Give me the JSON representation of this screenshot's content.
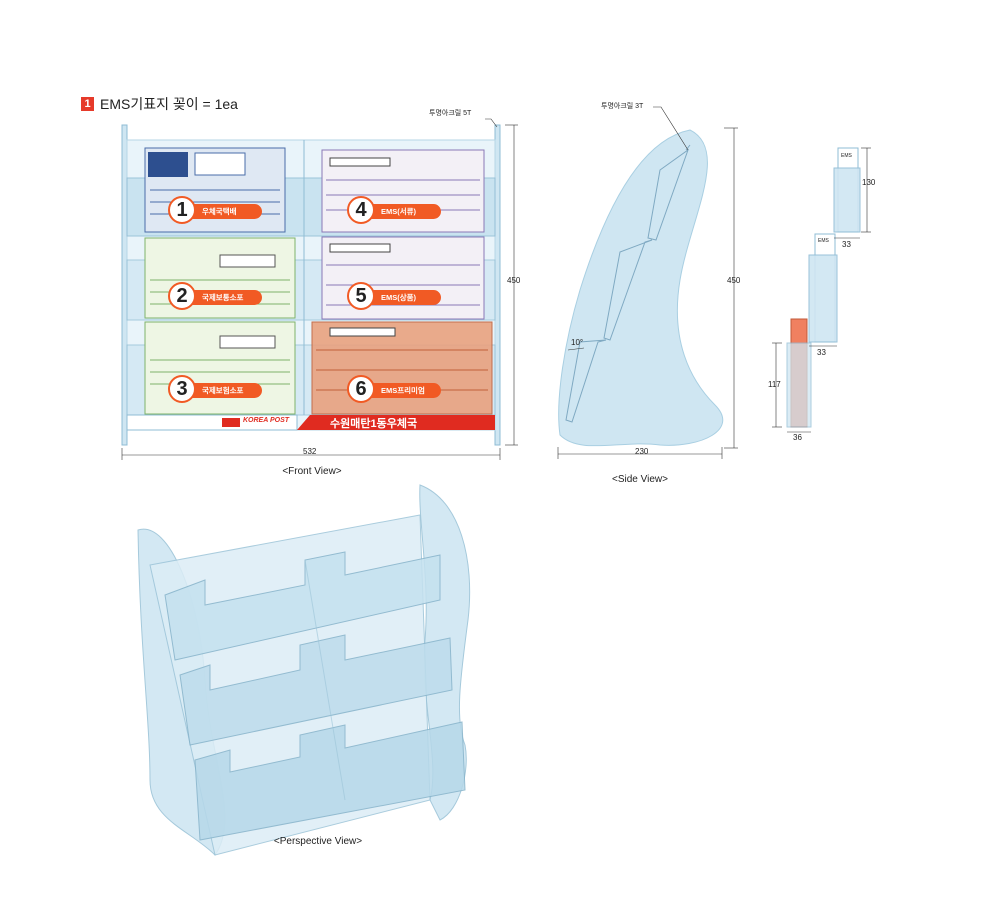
{
  "title": {
    "number": "1",
    "text": "EMS기표지 꽂이 = 1ea"
  },
  "front_view": {
    "caption": "<Front View>",
    "material_note": "투명아크릴 5T",
    "width_dim": "532",
    "height_dim": "450",
    "badges": [
      {
        "num": "1",
        "label": "우체국택배"
      },
      {
        "num": "2",
        "label": "국제보통소포"
      },
      {
        "num": "3",
        "label": "국제보험소포"
      },
      {
        "num": "4",
        "label": "EMS(서류)"
      },
      {
        "num": "5",
        "label": "EMS(상품)"
      },
      {
        "num": "6",
        "label": "EMS프리미엄"
      }
    ],
    "footer": {
      "logo_text": "KOREA POST",
      "office": "수원매탄1동우체국"
    }
  },
  "side_view": {
    "caption": "<Side View>",
    "material_note": "투명아크릴 3T",
    "width_dim": "230",
    "height_dim": "450",
    "angle": "10°"
  },
  "detail_view": {
    "dims": {
      "top_height": "130",
      "top_width": "33",
      "mid_width": "33",
      "bottom_height": "117",
      "bottom_width": "36"
    },
    "labels": {
      "top": "EMS",
      "mid": "EMS"
    }
  },
  "perspective_view": {
    "caption": "<Perspective View>"
  },
  "colors": {
    "accent": "#f15a24",
    "glass": "#cfe6f2",
    "glass_edge": "#8fbcd4",
    "red_bar": "#e02b20"
  }
}
